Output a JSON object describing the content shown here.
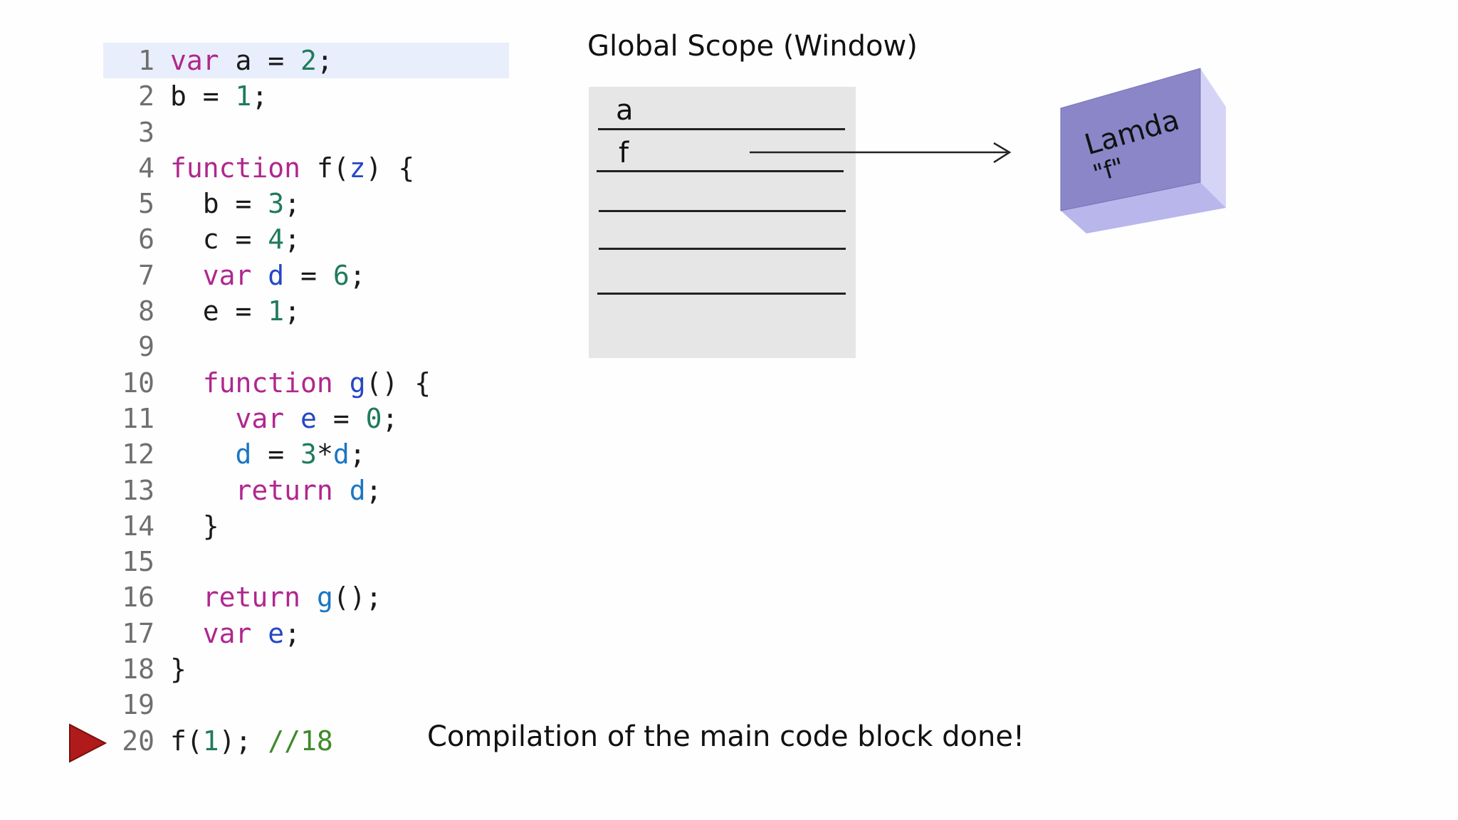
{
  "code": {
    "lines": [
      {
        "num": "1",
        "tokens": [
          {
            "t": "var",
            "c": "kw"
          },
          {
            "t": " a = ",
            "c": "op"
          },
          {
            "t": "2",
            "c": "num"
          },
          {
            "t": ";",
            "c": "op"
          }
        ]
      },
      {
        "num": "2",
        "tokens": [
          {
            "t": "b = ",
            "c": "op"
          },
          {
            "t": "1",
            "c": "num"
          },
          {
            "t": ";",
            "c": "op"
          }
        ]
      },
      {
        "num": "3",
        "tokens": []
      },
      {
        "num": "4",
        "tokens": [
          {
            "t": "function",
            "c": "kw"
          },
          {
            "t": " f(",
            "c": "op"
          },
          {
            "t": "z",
            "c": "id"
          },
          {
            "t": ") {",
            "c": "op"
          }
        ]
      },
      {
        "num": "5",
        "tokens": [
          {
            "t": "  b = ",
            "c": "op"
          },
          {
            "t": "3",
            "c": "num"
          },
          {
            "t": ";",
            "c": "op"
          }
        ]
      },
      {
        "num": "6",
        "tokens": [
          {
            "t": "  c = ",
            "c": "op"
          },
          {
            "t": "4",
            "c": "num"
          },
          {
            "t": ";",
            "c": "op"
          }
        ]
      },
      {
        "num": "7",
        "tokens": [
          {
            "t": "  ",
            "c": "op"
          },
          {
            "t": "var",
            "c": "kw"
          },
          {
            "t": " ",
            "c": "op"
          },
          {
            "t": "d",
            "c": "id"
          },
          {
            "t": " = ",
            "c": "op"
          },
          {
            "t": "6",
            "c": "num"
          },
          {
            "t": ";",
            "c": "op"
          }
        ]
      },
      {
        "num": "8",
        "tokens": [
          {
            "t": "  e = ",
            "c": "op"
          },
          {
            "t": "1",
            "c": "num"
          },
          {
            "t": ";",
            "c": "op"
          }
        ]
      },
      {
        "num": "9",
        "tokens": []
      },
      {
        "num": "10",
        "tokens": [
          {
            "t": "  ",
            "c": "op"
          },
          {
            "t": "function",
            "c": "kw"
          },
          {
            "t": " ",
            "c": "op"
          },
          {
            "t": "g",
            "c": "id"
          },
          {
            "t": "() {",
            "c": "op"
          }
        ]
      },
      {
        "num": "11",
        "tokens": [
          {
            "t": "    ",
            "c": "op"
          },
          {
            "t": "var",
            "c": "kw"
          },
          {
            "t": " ",
            "c": "op"
          },
          {
            "t": "e",
            "c": "id"
          },
          {
            "t": " = ",
            "c": "op"
          },
          {
            "t": "0",
            "c": "num"
          },
          {
            "t": ";",
            "c": "op"
          }
        ]
      },
      {
        "num": "12",
        "tokens": [
          {
            "t": "    ",
            "c": "op"
          },
          {
            "t": "d",
            "c": "fn"
          },
          {
            "t": " = ",
            "c": "op"
          },
          {
            "t": "3",
            "c": "num"
          },
          {
            "t": "*",
            "c": "op"
          },
          {
            "t": "d",
            "c": "fn"
          },
          {
            "t": ";",
            "c": "op"
          }
        ]
      },
      {
        "num": "13",
        "tokens": [
          {
            "t": "    ",
            "c": "op"
          },
          {
            "t": "return",
            "c": "kw"
          },
          {
            "t": " ",
            "c": "op"
          },
          {
            "t": "d",
            "c": "fn"
          },
          {
            "t": ";",
            "c": "op"
          }
        ]
      },
      {
        "num": "14",
        "tokens": [
          {
            "t": "  }",
            "c": "op"
          }
        ]
      },
      {
        "num": "15",
        "tokens": []
      },
      {
        "num": "16",
        "tokens": [
          {
            "t": "  ",
            "c": "op"
          },
          {
            "t": "return",
            "c": "kw"
          },
          {
            "t": " ",
            "c": "op"
          },
          {
            "t": "g",
            "c": "fn"
          },
          {
            "t": "();",
            "c": "op"
          }
        ]
      },
      {
        "num": "17",
        "tokens": [
          {
            "t": "  ",
            "c": "op"
          },
          {
            "t": "var",
            "c": "kw"
          },
          {
            "t": " ",
            "c": "op"
          },
          {
            "t": "e",
            "c": "id"
          },
          {
            "t": ";",
            "c": "op"
          }
        ]
      },
      {
        "num": "18",
        "tokens": [
          {
            "t": "}",
            "c": "op"
          }
        ]
      },
      {
        "num": "19",
        "tokens": []
      },
      {
        "num": "20",
        "tokens": [
          {
            "t": "f(",
            "c": "op"
          },
          {
            "t": "1",
            "c": "num"
          },
          {
            "t": "); ",
            "c": "op"
          },
          {
            "t": "//18",
            "c": "cm"
          }
        ]
      }
    ],
    "highlighted_line": "1",
    "current_line": "20"
  },
  "scope": {
    "title": "Global Scope (Window)",
    "slots": [
      "a",
      "f",
      "",
      "",
      ""
    ]
  },
  "lambda": {
    "label": "Lamda",
    "name": "\"f\""
  },
  "status": "Compilation of the main code block done!",
  "colors": {
    "keyword": "#b0278e",
    "number": "#1f7b5c",
    "identifier": "#2547c6",
    "function_ref": "#1a76c2",
    "comment": "#3e8a2a",
    "line_highlight": "#e8eefb",
    "scope_box": "#e6e6e6",
    "lambda_front": "#8a86c8",
    "lambda_side": "#d6d4f6",
    "lambda_bottom": "#b9b6ec",
    "exec_pointer": "#b11a1a"
  },
  "icons": {
    "exec_pointer": "play-triangle-icon"
  }
}
